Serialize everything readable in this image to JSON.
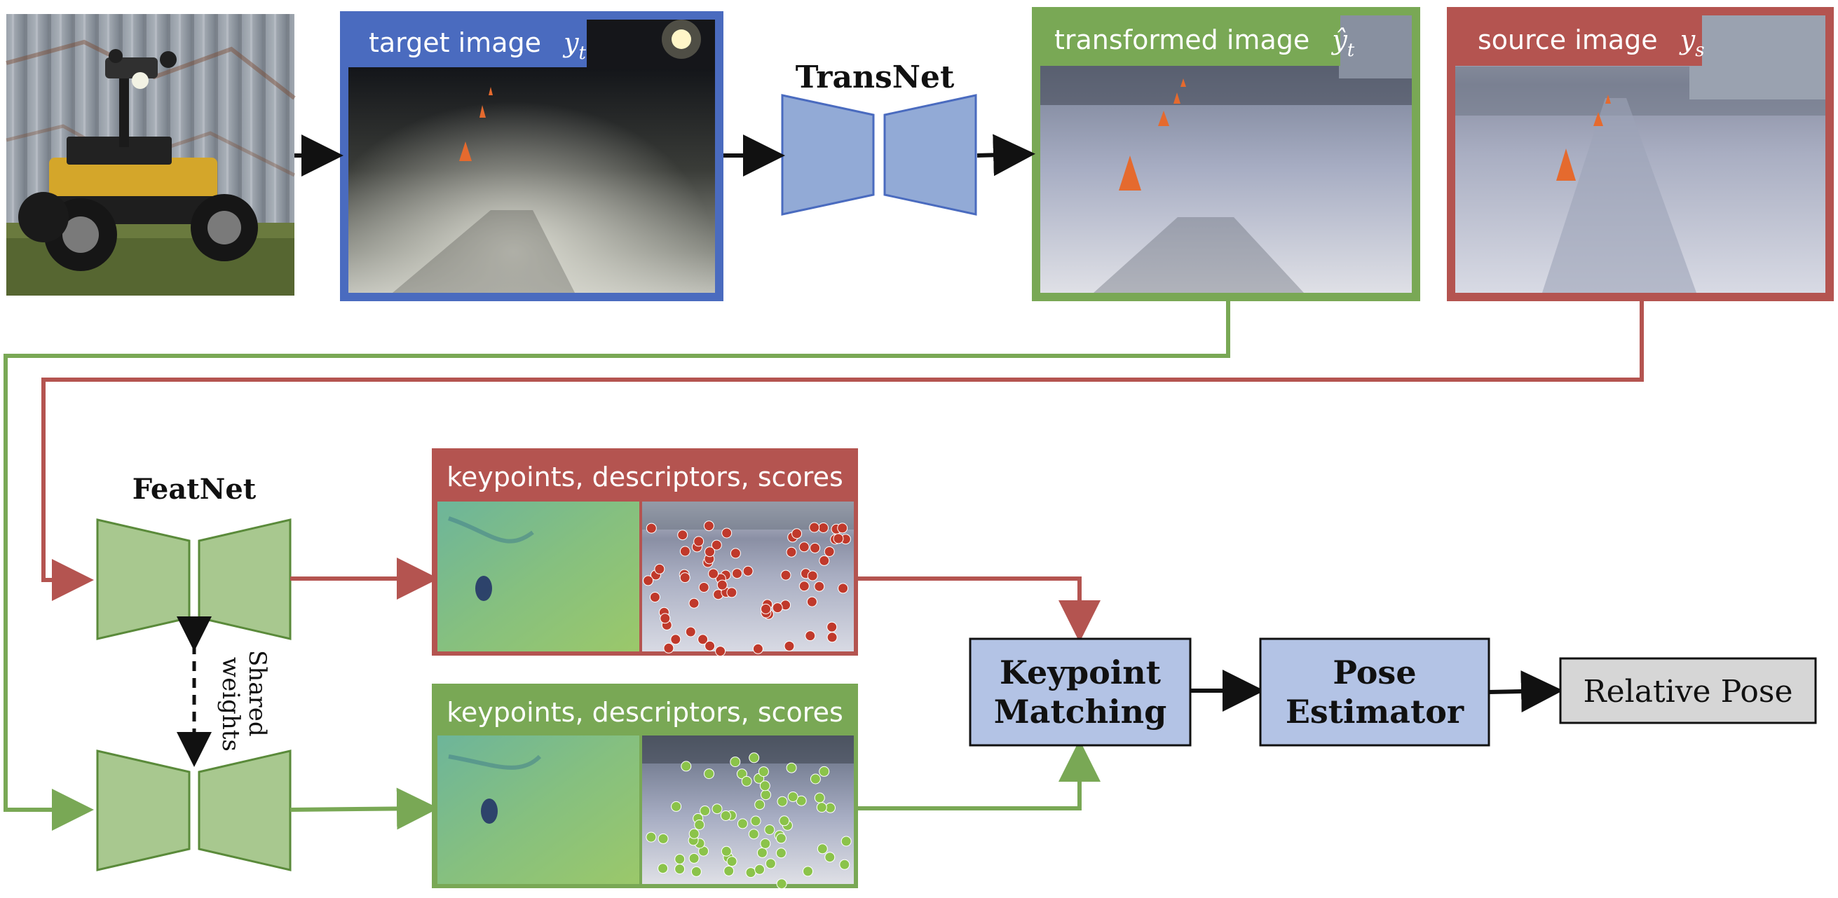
{
  "colors": {
    "blue": "#4a6bbf",
    "green": "#79a855",
    "red": "#b45450",
    "net_blue_fill": "#92aad6",
    "net_blue_stroke": "#4a6bbf",
    "net_green_fill": "#a8c88f",
    "net_green_stroke": "#5a8a3a",
    "box_blue_fill": "#b3c3e5",
    "box_gray_fill": "#d6d6d6",
    "keypoint_red": "#c0392b",
    "keypoint_green": "#8bc34a"
  },
  "images": {
    "robot_photo": {
      "icon": "robot-vehicle-photo"
    },
    "target": {
      "label": "target image",
      "symbol": "y",
      "subscript": "t"
    },
    "transformed": {
      "label": "transformed image",
      "symbol": "ŷ",
      "subscript": "t"
    },
    "source": {
      "label": "source image",
      "symbol": "y",
      "subscript": "s"
    }
  },
  "networks": {
    "transnet": "TransNet",
    "featnet": "FeatNet",
    "shared_weights": [
      "Shared",
      "weights"
    ]
  },
  "features": {
    "top_label": "keypoints, descriptors, scores",
    "bottom_label": "keypoints, descriptors, scores"
  },
  "blocks": {
    "keypoint_matching": [
      "Keypoint",
      "Matching"
    ],
    "pose_estimator": [
      "Pose",
      "Estimator"
    ],
    "relative_pose": "Relative Pose"
  }
}
